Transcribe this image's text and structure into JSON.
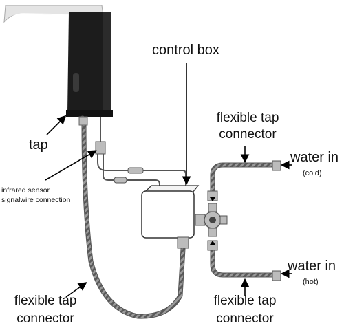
{
  "labels": {
    "tap": "tap",
    "control_box": "control box",
    "flexible_tap_connector_top_1": "flexible tap",
    "flexible_tap_connector_top_2": "connector",
    "water_in_cold": "water in",
    "cold": "(cold)",
    "infrared_sensor_1": "infrared sensor",
    "infrared_sensor_2": "signalwire connection",
    "water_in_hot": "water in",
    "hot": "(hot)",
    "flexible_tap_connector_left_1": "flexible tap",
    "flexible_tap_connector_left_2": "connector",
    "flexible_tap_connector_bottom_1": "flexible tap",
    "flexible_tap_connector_bottom_2": "connector"
  },
  "colors": {
    "faucet_body": "#1c1c1c",
    "faucet_spout": "#e4e4e4",
    "sensor": "#3a3a3a",
    "hose": "#6d6d6d",
    "fittings": "#bcbcbc",
    "box_stroke": "#333333",
    "wire": "#555555",
    "arrows": "#000000",
    "text": "#111111"
  }
}
